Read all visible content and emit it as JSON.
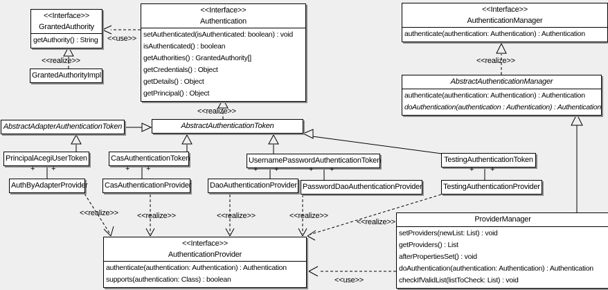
{
  "diagram": {
    "labels": {
      "use": "<<use>>",
      "realize": "<<realize>>",
      "plus": "+"
    },
    "colors": {
      "background": "#efefef",
      "box_fill": "#ffffff",
      "box_border": "#000000",
      "shadow": "#8a8a8a"
    },
    "classes": {
      "granted_authority": {
        "stereotype": "<<Interface>>",
        "name": "GrantedAuthority",
        "methods": [
          "getAuthority() : String"
        ]
      },
      "granted_authority_impl": {
        "name": "GrantedAuthorityImpl"
      },
      "authentication": {
        "stereotype": "<<Interface>>",
        "name": "Authentication",
        "methods": [
          "setAuthenticated(isAuthenticated: boolean) : void",
          "isAuthenticated() : boolean",
          "getAuthorities() : GrantedAuthority[]",
          "getCredentials() : Object",
          "getDetails() : Object",
          "getPrincipal() : Object"
        ]
      },
      "authentication_manager": {
        "stereotype": "<<Interface>>",
        "name": "AuthenticationManager",
        "methods": [
          "authenticate(authentication: Authentication) : Authentication"
        ]
      },
      "abstract_authentication_manager": {
        "name": "AbstractAuthenticationManager",
        "methods": [
          "authenticate(authentication: Authentication) : Authentication",
          "doAuthentication(authentication : Authentication) : Authentication"
        ]
      },
      "abstract_adapter_authentication_token": {
        "name": "AbstractAdapterAuthenticationToken"
      },
      "abstract_authentication_token": {
        "name": "AbstractAuthenticationToken"
      },
      "principal_acegi_user_token": {
        "name": "PrincipalAcegiUserToken"
      },
      "cas_authentication_token": {
        "name": "CasAuthenticationToken"
      },
      "username_password_authentication_token": {
        "name": "UsernamePasswordAuthenticationToken"
      },
      "testing_authentication_token": {
        "name": "TestingAuthenticationToken"
      },
      "auth_by_adapter_provider": {
        "name": "AuthByAdapterProvider"
      },
      "cas_authentication_provider": {
        "name": "CasAuthenticationProvider"
      },
      "dao_authentication_provider": {
        "name": "DaoAuthenticationProvider"
      },
      "password_dao_authentication_provider": {
        "name": "PasswordDaoAuthenticationProvider"
      },
      "testing_authentication_provider": {
        "name": "TestingAuthenticationProvider"
      },
      "authentication_provider": {
        "stereotype": "<<Interface>>",
        "name": "AuthenticationProvider",
        "methods": [
          "authenticate(authentication: Authentication) : Authentication",
          "supports(authentication: Class) : boolean"
        ]
      },
      "provider_manager": {
        "name": "ProviderManager",
        "methods": [
          "setProviders(newList: List) : void",
          "getProviders() : List",
          "afterPropertiesSet() : void",
          "doAuthentication(authentication: Authentication) : Authentication",
          "checkIfValidList(listToCheck: List) : void"
        ]
      }
    }
  }
}
